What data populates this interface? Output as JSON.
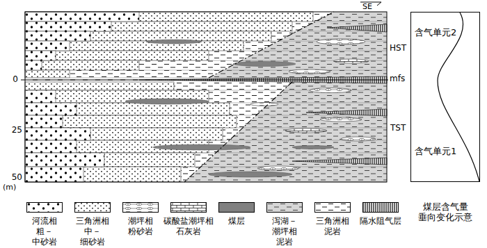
{
  "diagram": {
    "nodes": [
      {
        "text": [
          "含气单元2",
          "含气单元1",
          "煤层含气量 垂向变化示意"
        ]
      }
    ],
    "labels": [
      "SE",
      "HST",
      "mfs",
      "TST",
      "0",
      "25",
      "50",
      "(m)"
    ],
    "legend": [
      {
        "text": "河流相 粗－中砂岩"
      },
      {
        "text": "三角洲相 中－细砂岩"
      },
      {
        "text": "潮坪相 粉砂岩"
      },
      {
        "text": "碳酸盐潮坪相 石灰岩"
      },
      {
        "text": "煤层",
        "color": "#808080"
      },
      {
        "text": "泻湖－潮坪相 泥岩"
      },
      {
        "text": "三角洲相 泥岩"
      },
      {
        "text": "隔水阻气层"
      }
    ]
  }
}
